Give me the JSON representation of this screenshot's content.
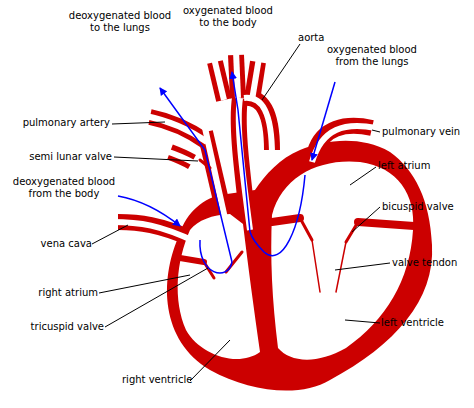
{
  "diagram": {
    "labels": [
      "deoxygenated blood to the lungs",
      "oxygenated blood to the body",
      "aorta",
      "oxygenated blood from the lungs",
      "pulmonary artery",
      "pulmonary vein",
      "left atrium",
      "semi lunar valve",
      "deoxygenated blood from the body",
      "bicuspid valve",
      "vena cava",
      "valve tendon",
      "right atrium",
      "left ventricle",
      "tricuspid valve",
      "right ventricle"
    ]
  }
}
